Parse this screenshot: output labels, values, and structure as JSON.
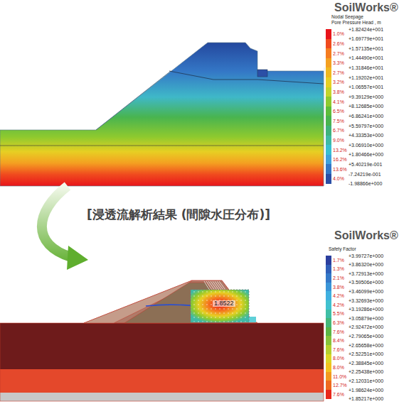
{
  "diagram": {
    "labels": [
      "SoilWorks®",
      "Nodal Seepage",
      "Pore Pressure Head , m",
      "+1.82424e+001",
      "+1.69779e+001",
      "+1.57135e+001",
      "+1.44490e+001",
      "+1.31846e+001",
      "+1.19202e+001",
      "+1.06557e+001",
      "+9.39129e+000",
      "+8.12685e+000",
      "+6.86241e+000",
      "+5.59797e+000",
      "+4.33353e+000",
      "+3.06910e+000",
      "+1.80466e+000",
      "+5.40219e-001",
      "-7.24219e-001",
      "-1.98866e+000",
      "[浸透流解析結果 (間隙水圧分布)]",
      "SoilWorks®",
      "Safety Factor",
      "+3.99727e+000",
      "+3.86320e+000",
      "+3.72913e+000",
      "+3.59506e+000",
      "+3.46099e+000",
      "+3.32693e+000",
      "+3.19286e+000",
      "+3.05879e+000",
      "+2.92472e+000",
      "+2.79065e+000",
      "+2.65658e+000",
      "+2.52251e+000",
      "+2.38845e+000",
      "+2.25438e+000",
      "+2.12031e+000",
      "+1.98624e+000",
      "+1.85217e+000",
      "1.8522"
    ],
    "legend": [
      {
        "text": "1.0%",
        "color": "#e8141b"
      },
      {
        "text": "2.6%",
        "color": "#f04a1e"
      },
      {
        "text": "2.7%",
        "color": "#f57c20"
      },
      {
        "text": "3.3%",
        "color": "#f4a021"
      },
      {
        "text": "2.7%",
        "color": "#f0b71f"
      },
      {
        "text": "3.2%",
        "color": "#e7cf23"
      },
      {
        "text": "3.8%",
        "color": "#c3d42a"
      },
      {
        "text": "4.1%",
        "color": "#8fca2e"
      },
      {
        "text": "6.5%",
        "color": "#5fbd3a"
      },
      {
        "text": "7.5%",
        "color": "#49b44f"
      },
      {
        "text": "6.7%",
        "color": "#3fb27c"
      },
      {
        "text": "9.0%",
        "color": "#3fbaa5"
      },
      {
        "text": "13.2%",
        "color": "#39bfd0"
      },
      {
        "text": "16.2%",
        "color": "#3fa2dc"
      },
      {
        "text": "13.6%",
        "color": "#3477c6"
      },
      {
        "text": "4.0%",
        "color": "#2b4fa6"
      },
      {
        "text": "1.7%",
        "color": "#2b3f9e"
      },
      {
        "text": "1.3%",
        "color": "#2f5fb8"
      },
      {
        "text": "2.1%",
        "color": "#3478c8"
      },
      {
        "text": "3.8%",
        "color": "#3a95d8"
      },
      {
        "text": "4.2%",
        "color": "#3fb0e0"
      },
      {
        "text": "4.2%",
        "color": "#40c1cf"
      },
      {
        "text": "5.5%",
        "color": "#3fbfa6"
      },
      {
        "text": "6.3%",
        "color": "#45b87a"
      },
      {
        "text": "7.6%",
        "color": "#5bb545"
      },
      {
        "text": "8.4%",
        "color": "#86c23a"
      },
      {
        "text": "7.6%",
        "color": "#b5cf2e"
      },
      {
        "text": "8.0%",
        "color": "#dcd626"
      },
      {
        "text": "8.0%",
        "color": "#f2c21f"
      },
      {
        "text": "11.0%",
        "color": "#f39a1f"
      },
      {
        "text": "12.7%",
        "color": "#ef6a1f"
      },
      {
        "text": "7.6%",
        "color": "#e8271b"
      }
    ]
  }
}
